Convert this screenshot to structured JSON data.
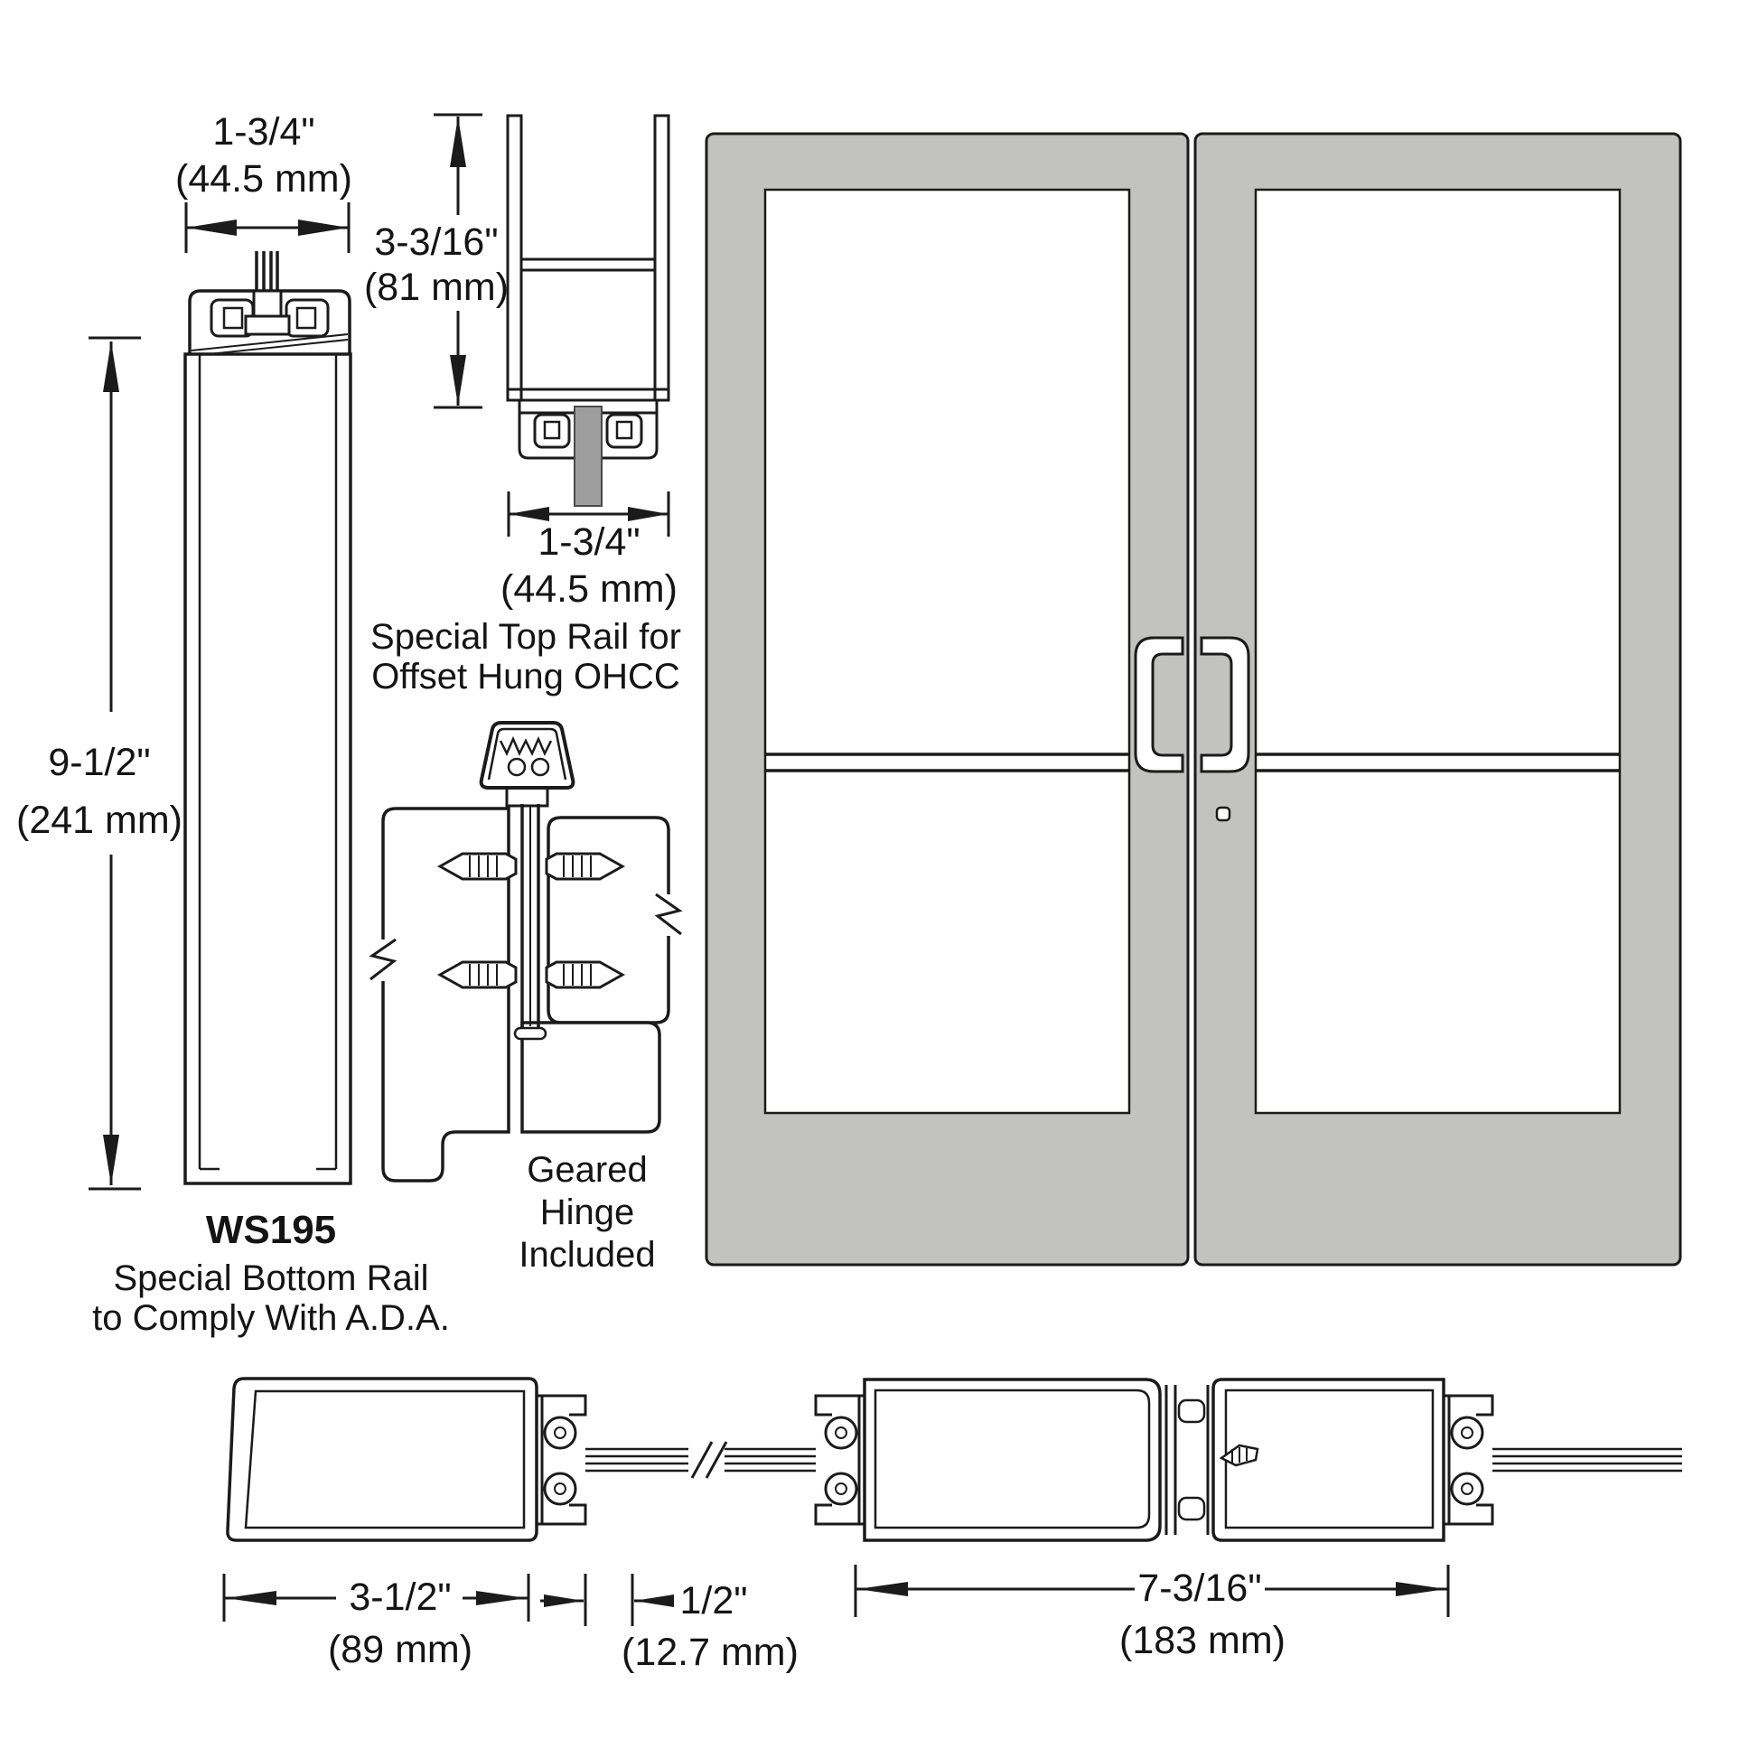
{
  "colors": {
    "line": "#1b1b1b",
    "door": "#c2c2c1",
    "pivot": "#9e9e9e",
    "glass": "#ffffff",
    "background": "#ffffff"
  },
  "bottom_rail_section": {
    "width_in": "1-3/4\"",
    "width_mm": "(44.5 mm)",
    "height_in": "9-1/2\"",
    "height_mm": "(241 mm)",
    "model": "WS195",
    "caption_line1": "Special Bottom Rail",
    "caption_line2": "to Comply With A.D.A."
  },
  "top_rail_section": {
    "height_in": "3-3/16\"",
    "height_mm": "(81 mm)",
    "width_in": "1-3/4\"",
    "width_mm": "(44.5 mm)",
    "caption_line1": "Special Top Rail for",
    "caption_line2": "Offset Hung OHCC"
  },
  "hinge_section": {
    "caption_line1": "Geared",
    "caption_line2": "Hinge",
    "caption_line3": "Included"
  },
  "bottom_sections": {
    "stile_width_in": "3-1/2\"",
    "stile_width_mm": "(89 mm)",
    "gap_in": "1/2\"",
    "gap_mm": "(12.7 mm)",
    "pair_width_in": "7-3/16\"",
    "pair_width_mm": "(183 mm)"
  }
}
